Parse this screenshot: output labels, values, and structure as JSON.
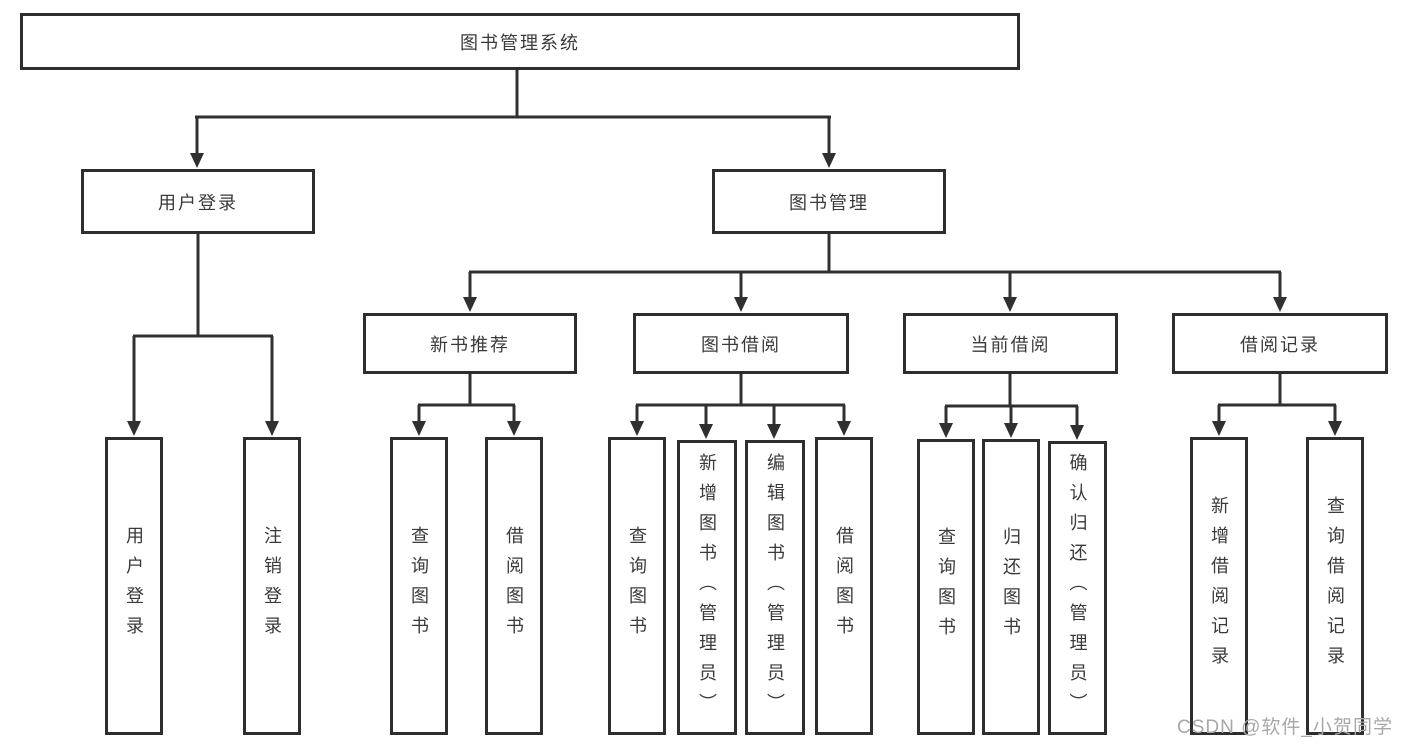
{
  "diagram": {
    "root": {
      "label": "图书管理系统"
    },
    "branches": [
      {
        "label": "用户登录",
        "children": [
          {
            "label": "用户登录"
          },
          {
            "label": "注销登录"
          }
        ]
      },
      {
        "label": "图书管理",
        "children": [
          {
            "label": "新书推荐",
            "children": [
              {
                "label": "查询图书"
              },
              {
                "label": "借阅图书"
              }
            ]
          },
          {
            "label": "图书借阅",
            "children": [
              {
                "label": "查询图书"
              },
              {
                "label": "新增图书（管理员）"
              },
              {
                "label": "编辑图书（管理员）"
              },
              {
                "label": "借阅图书"
              }
            ]
          },
          {
            "label": "当前借阅",
            "children": [
              {
                "label": "查询图书"
              },
              {
                "label": "归还图书"
              },
              {
                "label": "确认归还（管理员）"
              }
            ]
          },
          {
            "label": "借阅记录",
            "children": [
              {
                "label": "新增借阅记录"
              },
              {
                "label": "查询借阅记录"
              }
            ]
          }
        ]
      }
    ]
  },
  "watermark": {
    "text": "CSDN @软件_小贺同学"
  },
  "colors": {
    "line": "#303030",
    "box_border": "#2e2e2e",
    "text": "#3a3a3a",
    "background": "#ffffff",
    "watermark": "#a8a8a8"
  }
}
